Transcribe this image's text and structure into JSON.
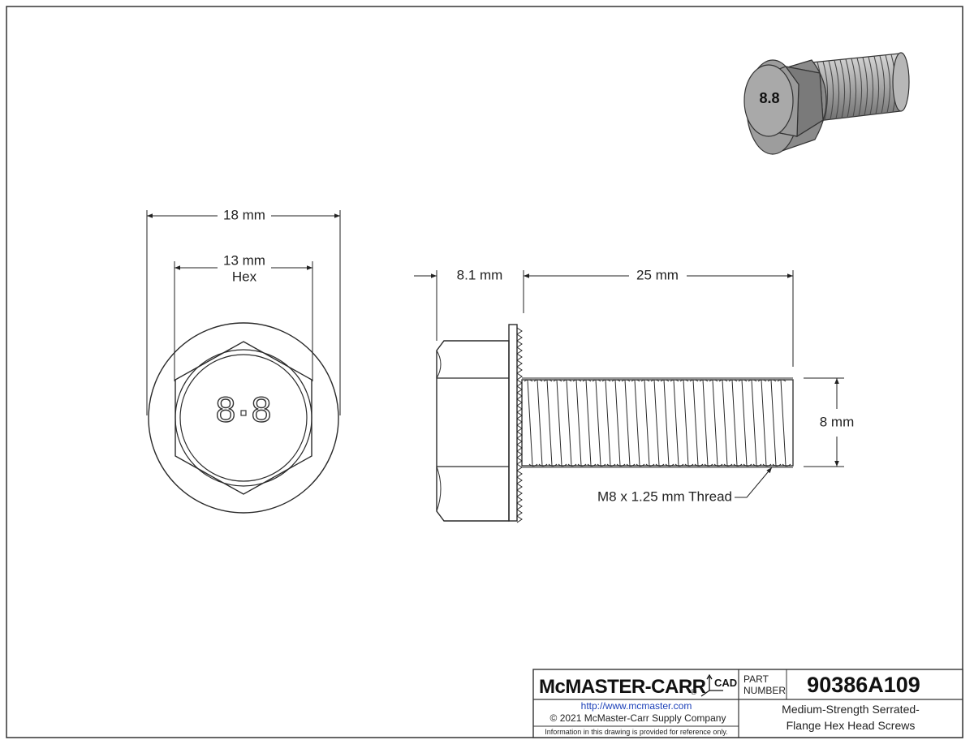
{
  "dimensions": {
    "flange_diameter": "18 mm",
    "hex_width": "13 mm",
    "hex_word": "Hex",
    "head_height": "8.1 mm",
    "length": "25 mm",
    "thread_diameter": "8 mm",
    "thread_spec": "M8 x 1.25 mm Thread"
  },
  "head_marking": {
    "left_digit": "8",
    "right_digit": "8",
    "iso_view_text": "8.8"
  },
  "title_block": {
    "logo_text": "McMASTER-CARR",
    "registered_mark": "®",
    "cad_label": "CAD",
    "part_label_line1": "PART",
    "part_label_line2": "NUMBER",
    "part_number": "90386A109",
    "website": "http://www.mcmaster.com",
    "copyright": "© 2021 McMaster-Carr Supply Company",
    "disclaimer": "Information in this drawing is provided for reference only.",
    "description_line1": "Medium-Strength Serrated-",
    "description_line2": "Flange Hex Head Screws"
  },
  "colors": {
    "line": "#2a2a2a",
    "iso_body": "#9b9b9b",
    "iso_dark": "#6f6f6f",
    "iso_light": "#c4c4c4"
  }
}
